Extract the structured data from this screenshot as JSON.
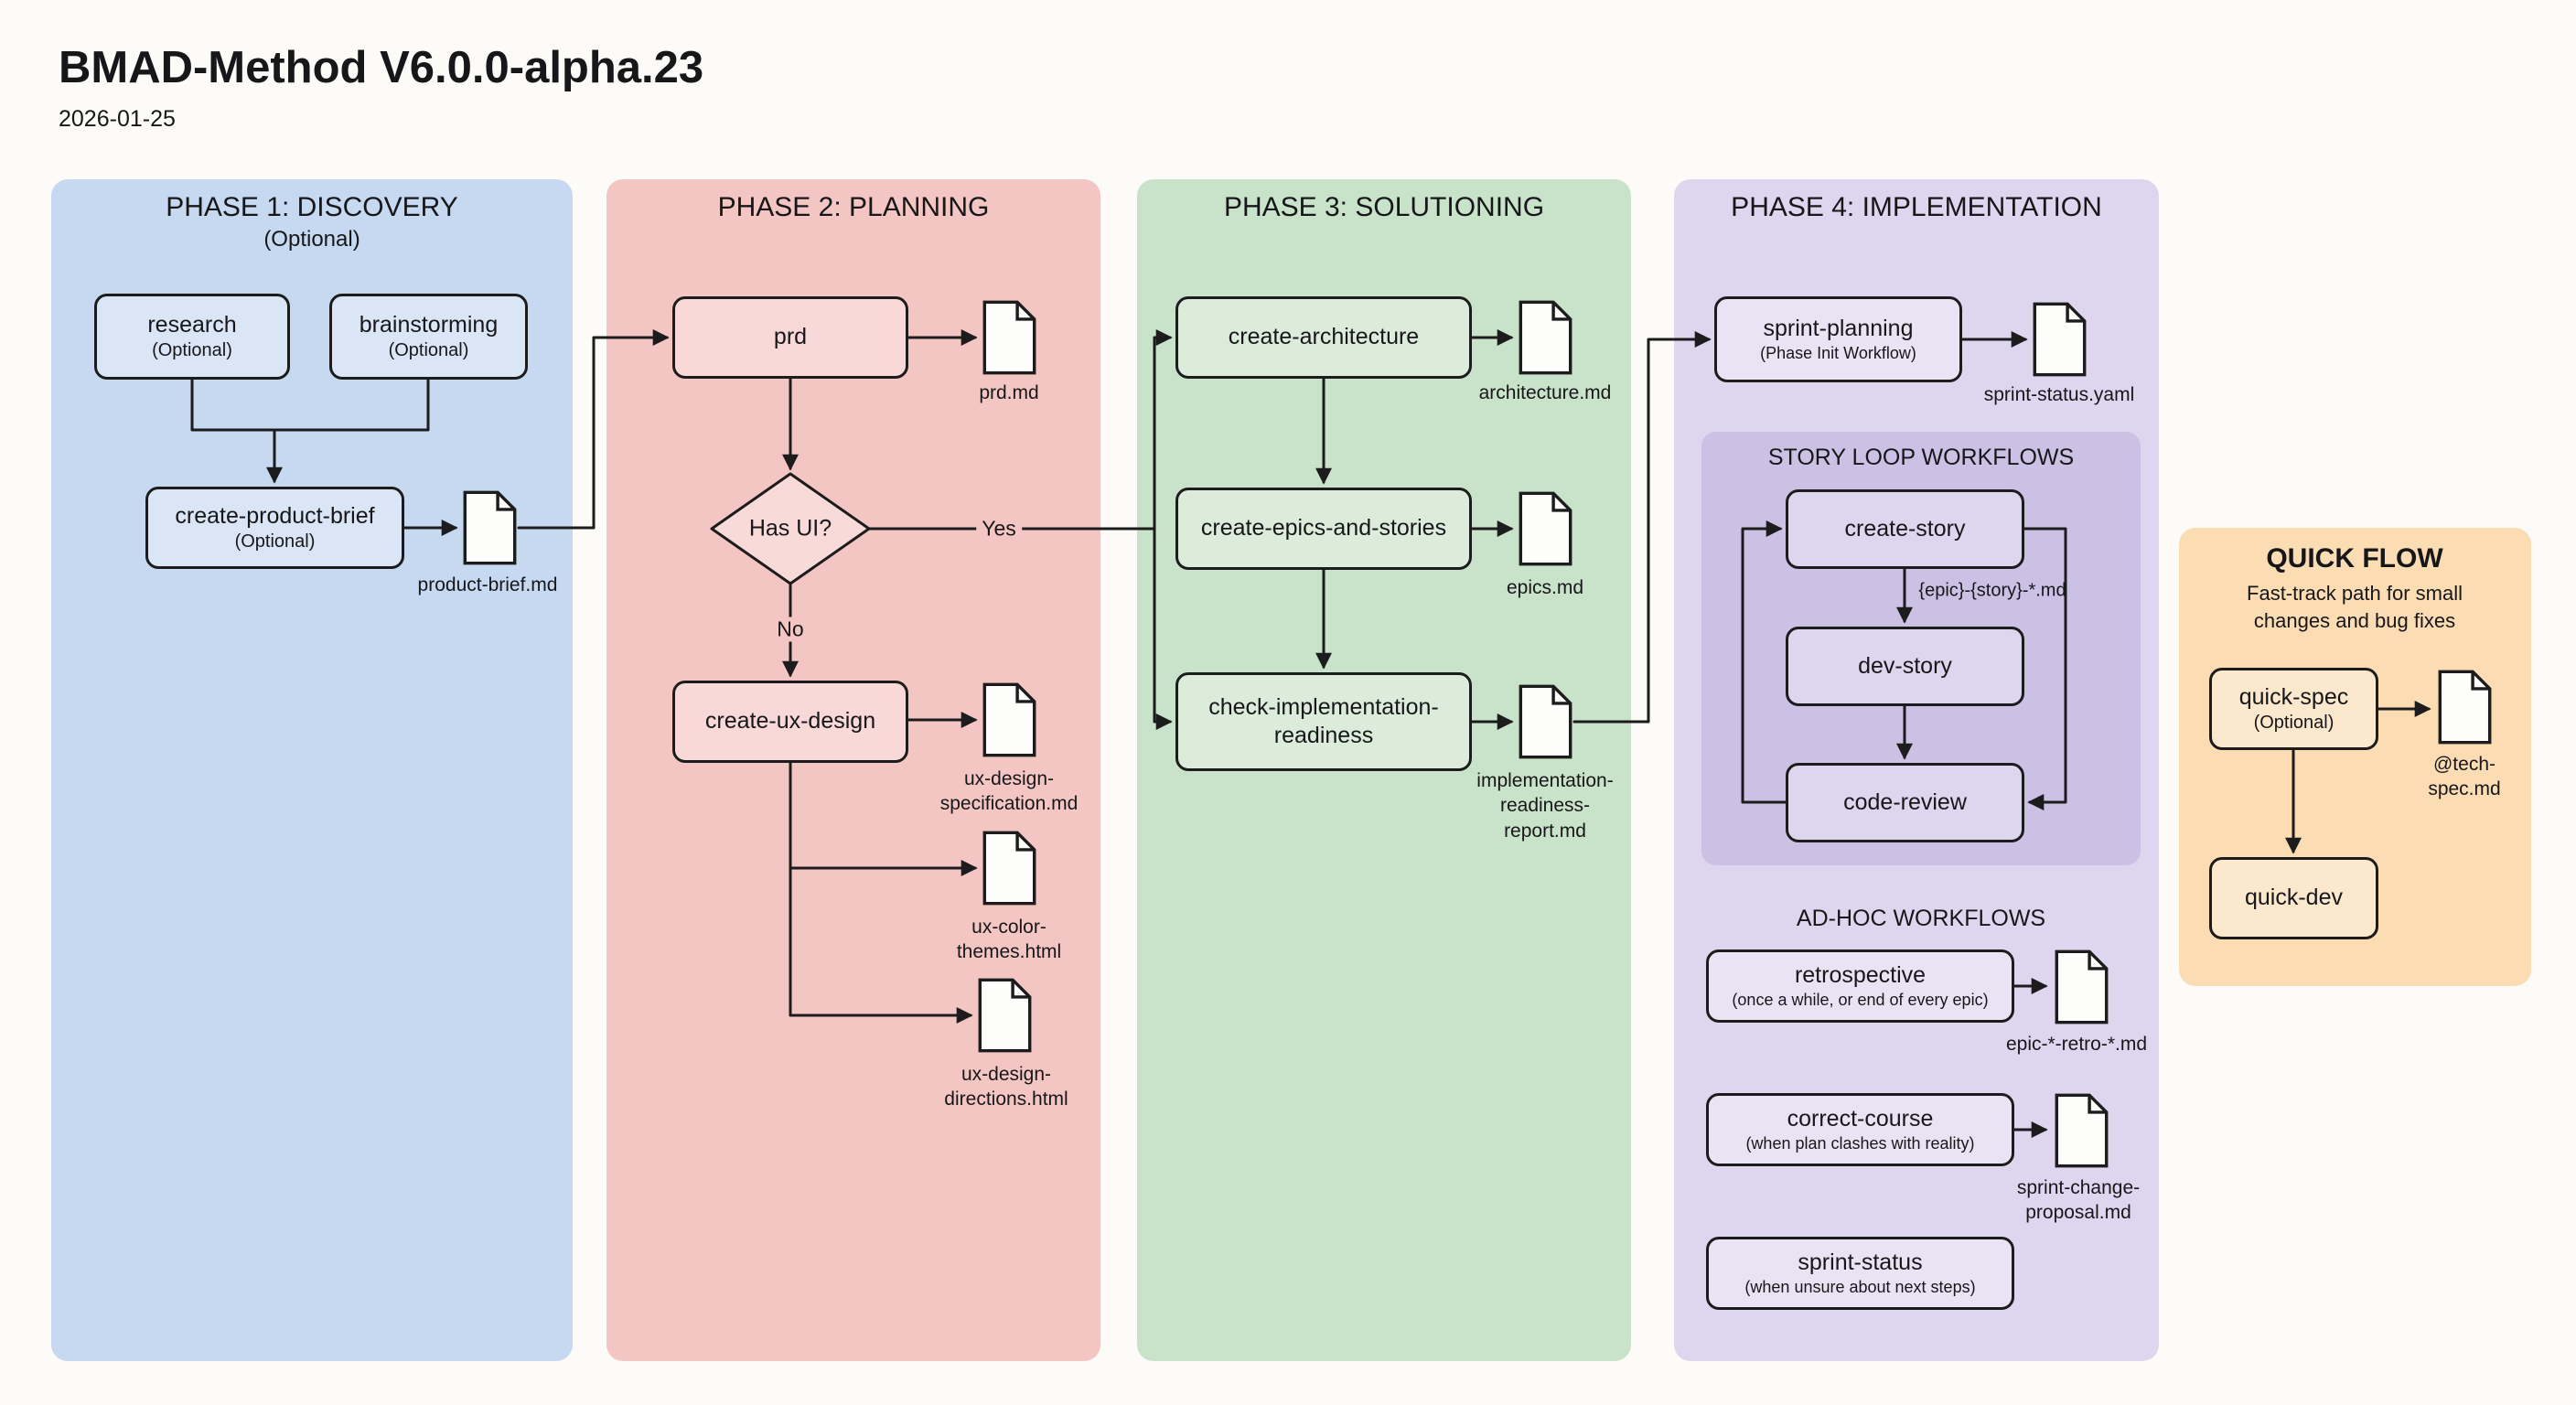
{
  "header": {
    "title": "BMAD-Method V6.0.0-alpha.23",
    "date": "2026-01-25"
  },
  "colors": {
    "phase1_bg": "#c7d9f1",
    "phase2_bg": "#f4c6c3",
    "phase3_bg": "#c8e3c9",
    "phase4_bg": "#ded5ee",
    "story_loop_bg": "#cdc0e5",
    "quick_flow_bg": "#fbdcb3",
    "line": "#1c1c1c"
  },
  "phase1": {
    "title": "PHASE 1: DISCOVERY",
    "subtitle": "(Optional)",
    "research_label": "research",
    "research_note": "(Optional)",
    "brainstorming_label": "brainstorming",
    "brainstorming_note": "(Optional)",
    "create_product_brief_label": "create-product-brief",
    "create_product_brief_note": "(Optional)",
    "product_brief_doc": "product-brief.md"
  },
  "phase2": {
    "title": "PHASE 2: PLANNING",
    "prd_label": "prd",
    "prd_doc": "prd.md",
    "decision_label": "Has UI?",
    "yes_label": "Yes",
    "no_label": "No",
    "create_ux_design_label": "create-ux-design",
    "ux_spec_doc": "ux-design-\nspecification.md",
    "ux_color_doc": "ux-color-\nthemes.html",
    "ux_directions_doc": "ux-design-\ndirections.html"
  },
  "phase3": {
    "title": "PHASE 3: SOLUTIONING",
    "create_architecture_label": "create-architecture",
    "architecture_doc": "architecture.md",
    "create_epics_label": "create-epics-and-stories",
    "epics_doc": "epics.md",
    "check_readiness_label": "check-implementation-\nreadiness",
    "readiness_doc": "implementation-\nreadiness-\nreport.md"
  },
  "phase4": {
    "title": "PHASE 4: IMPLEMENTATION",
    "sprint_planning_label": "sprint-planning",
    "sprint_planning_note": "(Phase Init Workflow)",
    "sprint_status_doc": "sprint-status.yaml",
    "story_loop_title": "STORY LOOP WORKFLOWS",
    "create_story_label": "create-story",
    "story_edge_label": "{epic}-{story}-*.md",
    "dev_story_label": "dev-story",
    "code_review_label": "code-review",
    "adhoc_title": "AD-HOC WORKFLOWS",
    "retrospective_label": "retrospective",
    "retrospective_note": "(once a while, or end of every epic)",
    "retro_doc": "epic-*-retro-*.md",
    "correct_course_label": "correct-course",
    "correct_course_note": "(when plan clashes with reality)",
    "sprint_change_doc": "sprint-change-\nproposal.md",
    "sprint_status_label": "sprint-status",
    "sprint_status_note": "(when unsure about next steps)"
  },
  "quick_flow": {
    "title": "QUICK FLOW",
    "subtitle": "Fast-track path for small\nchanges and bug fixes",
    "quick_spec_label": "quick-spec",
    "quick_spec_note": "(Optional)",
    "tech_spec_doc": "@tech-\nspec.md",
    "quick_dev_label": "quick-dev"
  }
}
